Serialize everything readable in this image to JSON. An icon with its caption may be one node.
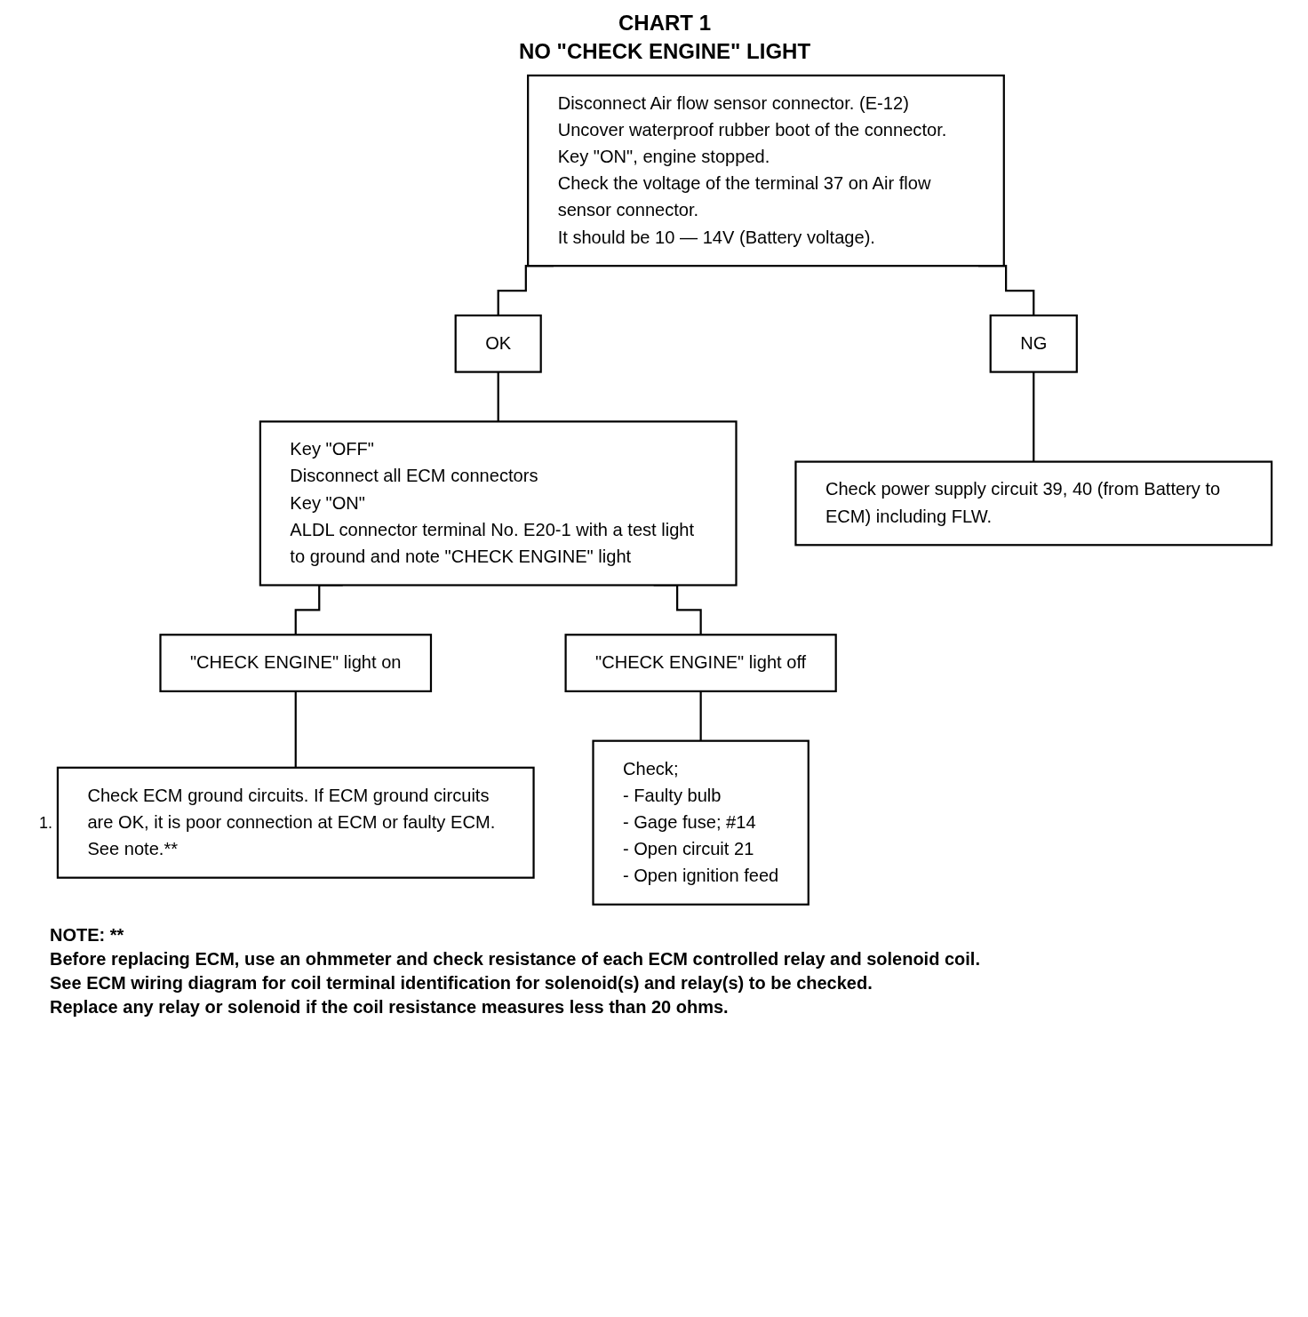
{
  "diagram": {
    "title": "CHART 1",
    "nodes": [
      {
        "text": [
          "Disconnect Air flow sensor connector. (E-12)",
          "Uncover waterproof rubber boot of the connector.",
          "Key \"ON\", engine stopped.",
          "Check the voltage of the terminal 37 on Air flow sensor connector.",
          "It should be 10 — 14V (Battery voltage)."
        ]
      },
      {
        "text": [
          "OK"
        ]
      },
      {
        "text": [
          "NG"
        ]
      },
      {
        "text": [
          "Key \"OFF\"",
          "Disconnect all ECM connectors",
          "Key \"ON\"",
          "ALDL connector terminal No. E20-1 with a test light to ground and note \"CHECK ENGINE\" light"
        ]
      },
      {
        "text": [
          "Check power supply circuit 39, 40 (from Battery to ECM) including FLW."
        ]
      },
      {
        "text": [
          "\"CHECK ENGINE\" light on"
        ]
      },
      {
        "text": [
          "\"CHECK ENGINE\" light off"
        ]
      },
      {
        "text": [
          "Check ECM ground circuits. If ECM ground circuits are OK, it is poor connection at ECM or faulty ECM. See note.**"
        ],
        "beside": [
          "1."
        ]
      },
      {
        "text": [
          "Check;",
          "- Faulty bulb",
          "- Gage fuse; #14",
          "- Open circuit 21",
          "- Open ignition feed"
        ]
      }
    ],
    "edges": [
      {
        "from": 0,
        "to": 1,
        "arrow": "none"
      },
      {
        "from": 0,
        "to": 2,
        "arrow": "none"
      },
      {
        "from": 1,
        "to": 3,
        "arrow": "none"
      },
      {
        "from": 2,
        "to": 4,
        "arrow": "none"
      },
      {
        "from": 3,
        "to": 5,
        "arrow": "none"
      },
      {
        "from": 3,
        "to": 6,
        "arrow": "none"
      },
      {
        "from": 5,
        "to": 7,
        "arrow": "none"
      },
      {
        "from": 6,
        "to": 8,
        "arrow": "none"
      }
    ],
    "labels": [
      "NO \"CHECK ENGINE\" LIGHT",
      "NOTE: **",
      "Before replacing ECM, use an ohmmeter and check resistance of each ECM controlled relay and solenoid coil.",
      "See ECM wiring diagram for coil terminal identification for solenoid(s) and relay(s) to be checked.",
      "Replace any relay or solenoid if the coil resistance measures less than 20 ohms."
    ]
  }
}
